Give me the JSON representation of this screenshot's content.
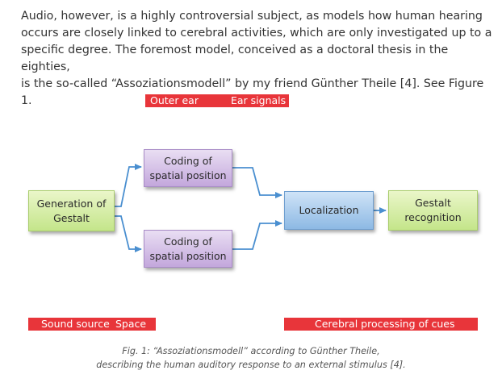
{
  "intro": {
    "lines": [
      "Audio, however, is a highly controversial subject, as models how human hearing",
      "occurs are closely linked to cerebral activities, which are only investigated up to a",
      "specific degree. The foremost model, conceived as a doctoral thesis in the eighties,",
      "is the so-called “Assoziationsmodell” by my friend Günther Theile [4]. See Figure 1."
    ]
  },
  "diagram": {
    "top_bar": {
      "label_a": "Outer ear",
      "label_b": "Ear signals"
    },
    "bottom_left_bar": {
      "label_a": "Sound source",
      "label_b": "Space"
    },
    "bottom_right_bar": {
      "label": "Cerebral processing of cues"
    },
    "nodes": {
      "generation": {
        "line1": "Generation of",
        "line2": "Gestalt"
      },
      "coding_top": {
        "line1": "Coding of",
        "line2": "spatial position"
      },
      "coding_bottom": {
        "line1": "Coding of",
        "line2": "spatial position"
      },
      "localization": {
        "line1": "Localization"
      },
      "gestalt": {
        "line1": "Gestalt",
        "line2": "recognition"
      }
    },
    "colors": {
      "bar_red": "#e8353a",
      "node_green": "#c4e58a",
      "node_purple": "#c3a7dc",
      "node_blue": "#8db9e4",
      "arrow": "#4a8fd0"
    }
  },
  "caption": {
    "line1": "Fig. 1: “Assoziationsmodell” according to Günther Theile,",
    "line2": "describing the human auditory response to an external stimulus [4]."
  }
}
